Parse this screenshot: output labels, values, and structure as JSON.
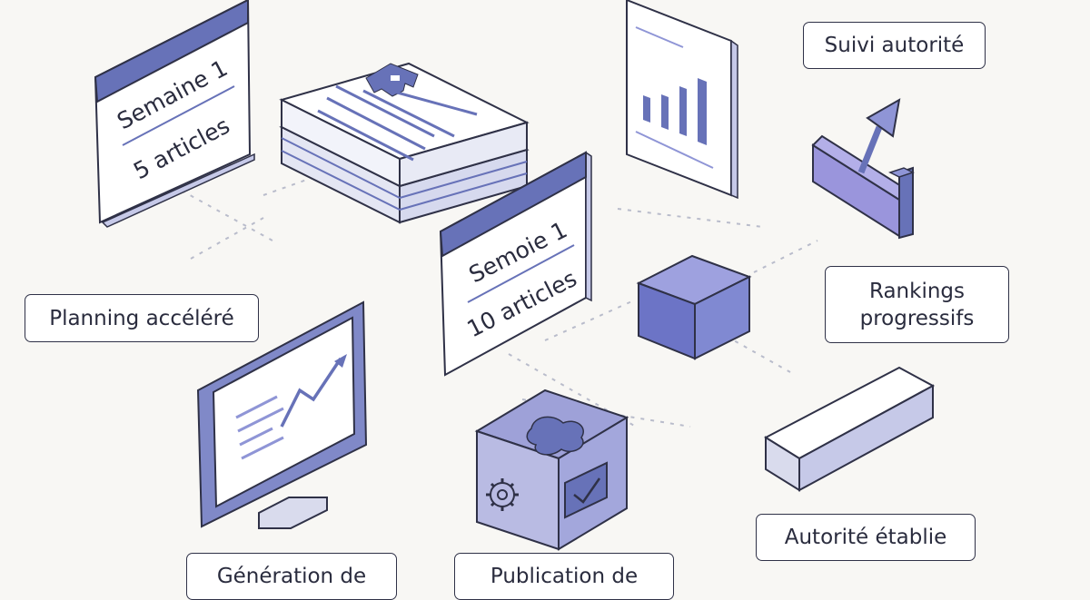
{
  "labels": {
    "suivi_autorite": "Suivi autorité",
    "planning_accelere": "Planning accéléré",
    "rankings_line1": "Rankings",
    "rankings_line2": "progressifs",
    "autorite_etablie": "Autorité établie",
    "generation_partial": "Génération de",
    "publication_partial": "Publication de"
  },
  "cards": {
    "week1": {
      "line1": "Semaine 1",
      "line2": "5 articles"
    },
    "week2": {
      "line1": "Semoie 1",
      "line2": "10 articles"
    }
  },
  "colors": {
    "accent": "#6772b8",
    "accent_light": "#8f95d6",
    "accent_pale": "#c6c9e8",
    "outline": "#2f3147",
    "background": "#f8f7f4"
  },
  "icons": [
    "document-stack-icon",
    "bar-chart-icon",
    "trend-arrow-icon",
    "cube-icon",
    "monitor-icon",
    "gear-icon",
    "checkbox-icon",
    "flat-bar-icon"
  ]
}
